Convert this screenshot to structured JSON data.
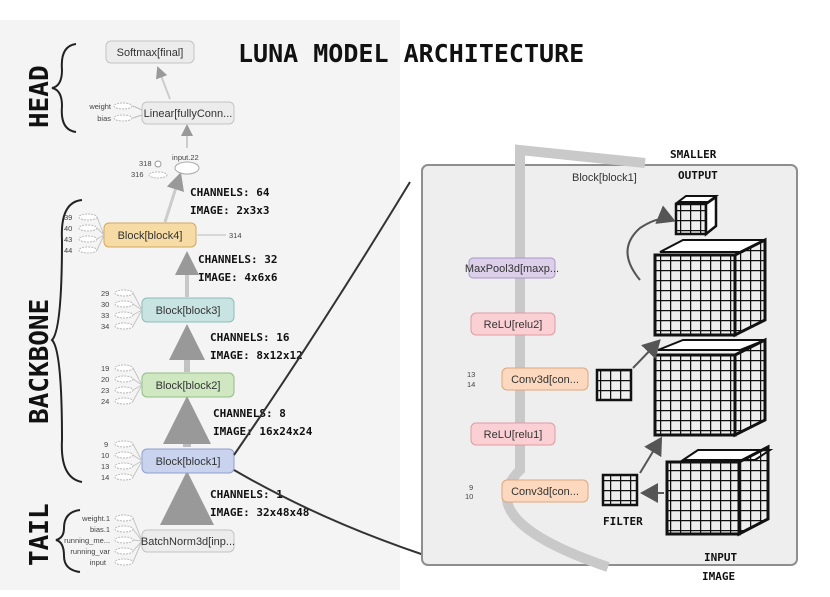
{
  "title": "LUNA MODEL ARCHITECTURE",
  "sections": {
    "head": "HEAD",
    "backbone": "BACKBONE",
    "tail": "TAIL"
  },
  "nodes": {
    "softmax": "Softmax[final]",
    "linear": "Linear[fullyConn...",
    "input22": "input.22",
    "block4": "Block[block4]",
    "block3": "Block[block3]",
    "block2": "Block[block2]",
    "block1": "Block[block1]",
    "batchnorm": "BatchNorm3d[inp..."
  },
  "head_params": [
    "weight",
    "bias"
  ],
  "input22_labels": [
    "318",
    "316"
  ],
  "block4_out": "314",
  "block_params": {
    "block4": [
      "39",
      "40",
      "43",
      "44"
    ],
    "block3": [
      "29",
      "30",
      "33",
      "34"
    ],
    "block2": [
      "19",
      "20",
      "23",
      "24"
    ],
    "block1": [
      "9",
      "10",
      "13",
      "14"
    ]
  },
  "tail_params": [
    "weight.1",
    "bias.1",
    "running_me...",
    "running_var",
    "input"
  ],
  "annotations": [
    {
      "channels": "CHANNELS: 64",
      "image": "IMAGE: 2x3x3"
    },
    {
      "channels": "CHANNELS: 32",
      "image": "IMAGE: 4x6x6"
    },
    {
      "channels": "CHANNELS: 16",
      "image": "IMAGE: 8x12x12"
    },
    {
      "channels": "CHANNELS: 8",
      "image": "IMAGE: 16x24x24"
    },
    {
      "channels": "CHANNELS: 1",
      "image": "IMAGE: 32x48x48"
    }
  ],
  "detail": {
    "title": "Block[block1]",
    "maxpool": "MaxPool3d[maxp...",
    "relu2": "ReLU[relu2]",
    "conv2": "Conv3d[con...",
    "relu1": "ReLU[relu1]",
    "conv1": "Conv3d[con...",
    "conv2_params": [
      "13",
      "14"
    ],
    "conv1_params": [
      "9",
      "10"
    ]
  },
  "labels": {
    "smaller_output_1": "SMALLER",
    "smaller_output_2": "OUTPUT",
    "filter": "FILTER",
    "input_image_1": "INPUT",
    "input_image_2": "IMAGE"
  },
  "colors": {
    "block4": "#f6dca4",
    "block3": "#c8e4e2",
    "block2": "#cfe8c2",
    "block1": "#c9d3ee",
    "relu": "#fbd0d4",
    "conv": "#fcd8bf",
    "maxpool": "#dccfea",
    "grey_node": "#f0f0f0"
  }
}
